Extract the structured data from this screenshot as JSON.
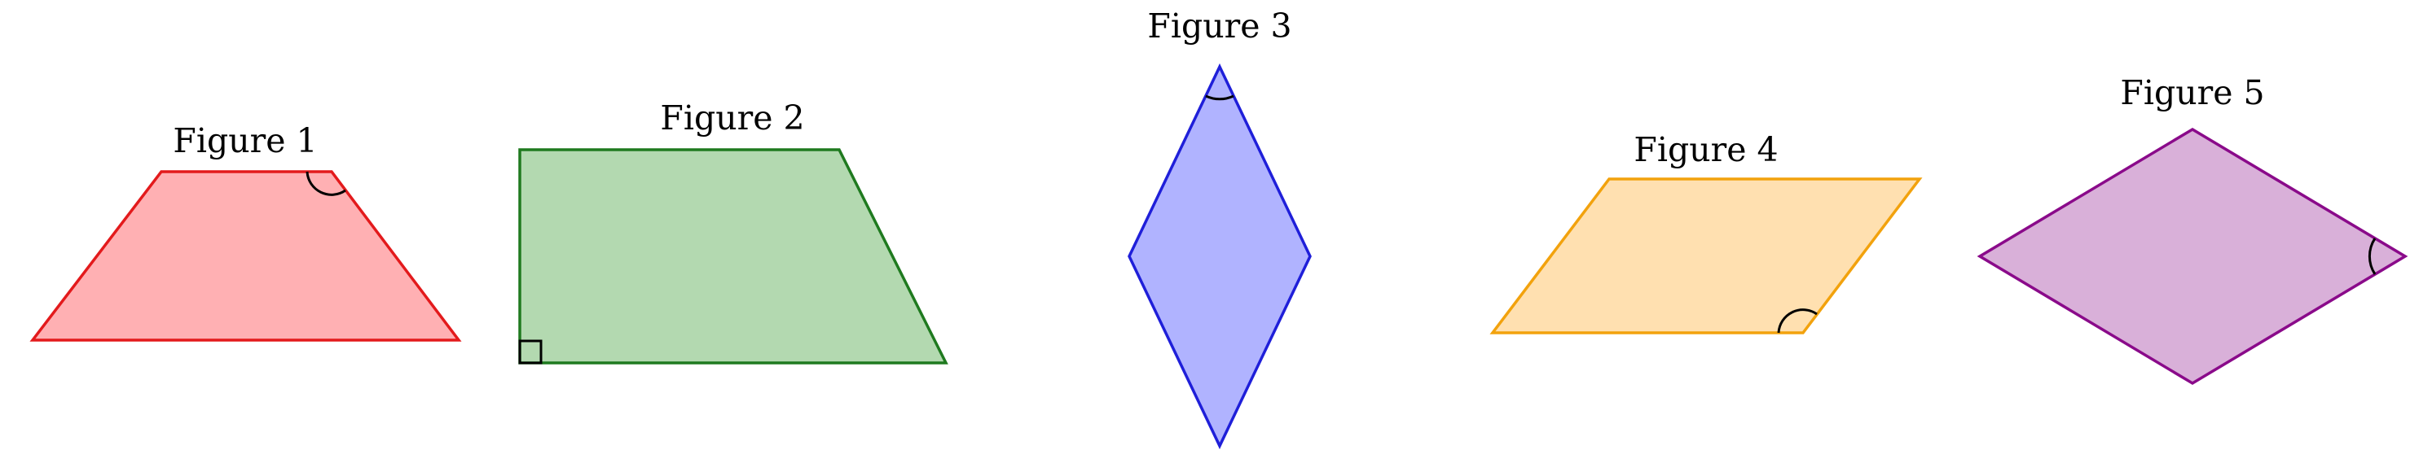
{
  "figures": [
    {
      "label": "Figure 1",
      "shape": "trapezoid",
      "fill": "#ffb0b3",
      "stroke": "#e31a1c",
      "angle_mark": "arc"
    },
    {
      "label": "Figure 2",
      "shape": "right-trapezoid",
      "fill": "#b3d9b0",
      "stroke": "#1f7a1f",
      "angle_mark": "right-angle"
    },
    {
      "label": "Figure 3",
      "shape": "rhombus",
      "fill": "#b0b3ff",
      "stroke": "#1f1fd9",
      "angle_mark": "arc"
    },
    {
      "label": "Figure 4",
      "shape": "parallelogram",
      "fill": "#ffe0b0",
      "stroke": "#f2a20d",
      "angle_mark": "arc"
    },
    {
      "label": "Figure 5",
      "shape": "rhombus",
      "fill": "#d9b0d9",
      "stroke": "#8a0a8a",
      "angle_mark": "arc"
    }
  ]
}
